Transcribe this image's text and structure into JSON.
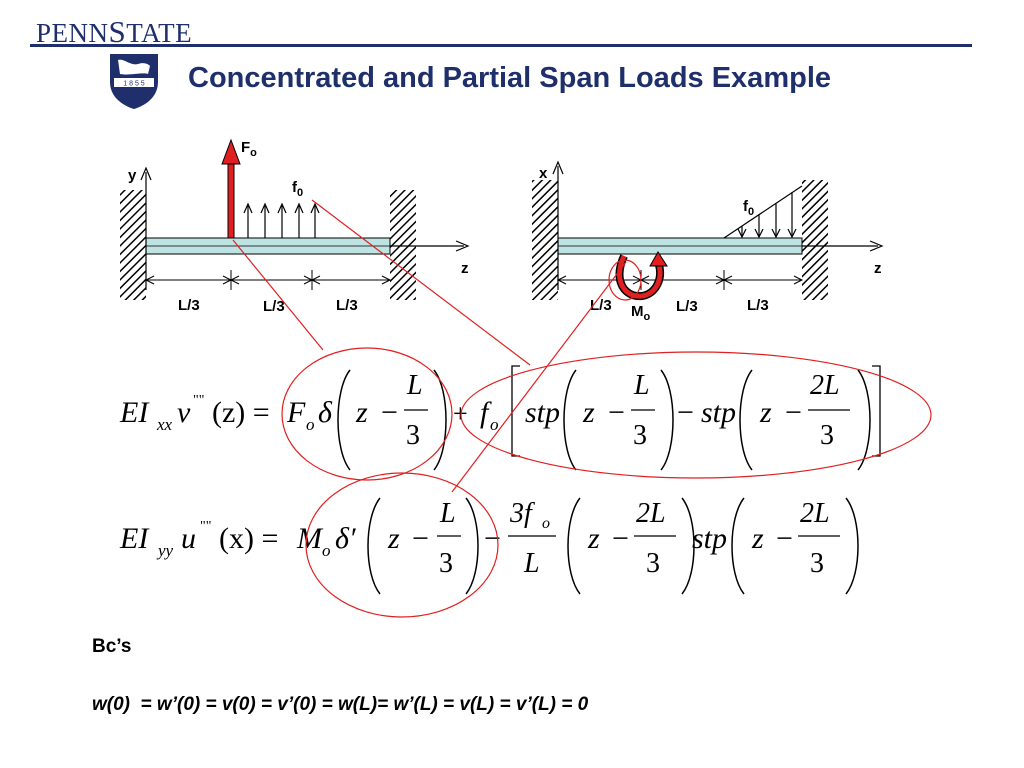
{
  "header": {
    "brand_penn": "PENN",
    "brand_s": "S",
    "brand_tate": "TATE",
    "seal_year": "1 8 5 5",
    "title": "Concentrated and Partial Span Loads Example"
  },
  "diagram_left": {
    "y_axis": "y",
    "z_axis": "z",
    "force_label": "F",
    "force_sub": "o",
    "dist_label": "f",
    "dist_sub": "0",
    "segments": [
      "L/3",
      "L/3",
      "L/3"
    ]
  },
  "diagram_right": {
    "x_axis": "x",
    "z_axis": "z",
    "dist_label": "f",
    "dist_sub": "0",
    "moment_label": "M",
    "moment_sub": "o",
    "segments": [
      "L/3",
      "L/3",
      "L/3"
    ]
  },
  "equation1": {
    "lhs_EI": "EI",
    "lhs_sub": "xx",
    "lhs_fn": "v",
    "lhs_primes": "\"\"",
    "lhs_arg": "(z) =",
    "term1_coef": "F",
    "term1_coef_sub": "o",
    "delta": "δ",
    "z": "z",
    "minus": "−",
    "L": "L",
    "three": "3",
    "plus": "+",
    "term2_coef": "f",
    "term2_coef_sub": "o",
    "stp": "stp",
    "twoL": "2L"
  },
  "equation2": {
    "lhs_EI": "EI",
    "lhs_sub": "yy",
    "lhs_fn": "u",
    "lhs_primes": "\"\"",
    "lhs_arg": "(x) =",
    "term1_coef": "M",
    "term1_coef_sub": "o",
    "delta_prime": "δ′",
    "z": "z",
    "minus": "−",
    "L": "L",
    "three": "3",
    "frac_num": "3f",
    "frac_num_sub": "o",
    "frac_den": "L",
    "twoL": "2L",
    "stp": "stp"
  },
  "boundary": {
    "label": "Bc’s",
    "equation": "w(0)  = w’(0) = v(0) = v’(0) = w(L)= w’(L) = v(L) = v’(L) = 0"
  },
  "colors": {
    "navy": "#1e2f6b",
    "annotation_red": "#e02020",
    "beam_fill": "#bfe3e3"
  }
}
